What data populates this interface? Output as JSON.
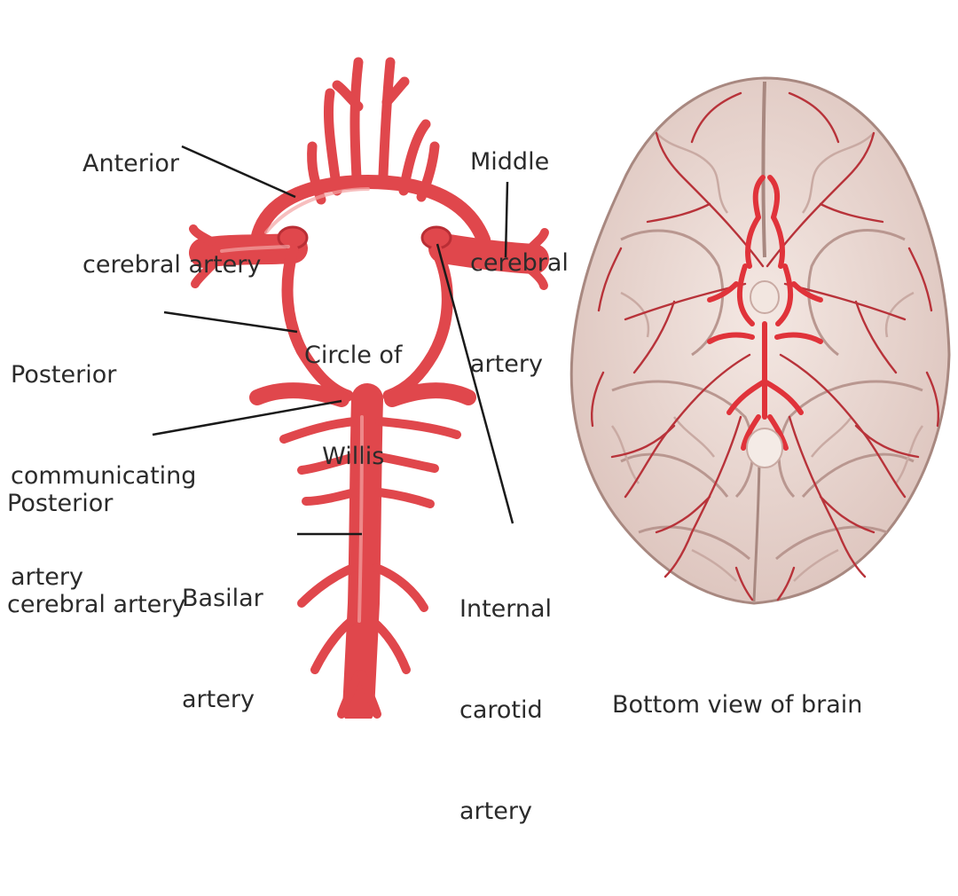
{
  "labels": {
    "anterior_cerebral": [
      "Anterior",
      "cerebral artery"
    ],
    "middle_cerebral": [
      "Middle",
      "cerebral",
      "artery"
    ],
    "posterior_communicating": [
      "Posterior",
      "communicating",
      "artery"
    ],
    "posterior_cerebral": [
      "Posterior",
      "cerebral artery"
    ],
    "circle_of_willis": [
      "Circle of",
      "Willis"
    ],
    "basilar": [
      "Basilar",
      "artery"
    ],
    "internal_carotid": [
      "Internal",
      "carotid",
      "artery"
    ],
    "bottom_view": "Bottom view of brain"
  },
  "colors": {
    "artery": "#e0474c",
    "artery_highlight": "#f08a8a",
    "artery_dark": "#b92e35",
    "brain_tissue": "#ecdcd6",
    "brain_fold": "#c9aaa3",
    "brain_vessel": "#b8333a",
    "leader_line": "#1a1a1a",
    "text": "#2b2b2b"
  }
}
